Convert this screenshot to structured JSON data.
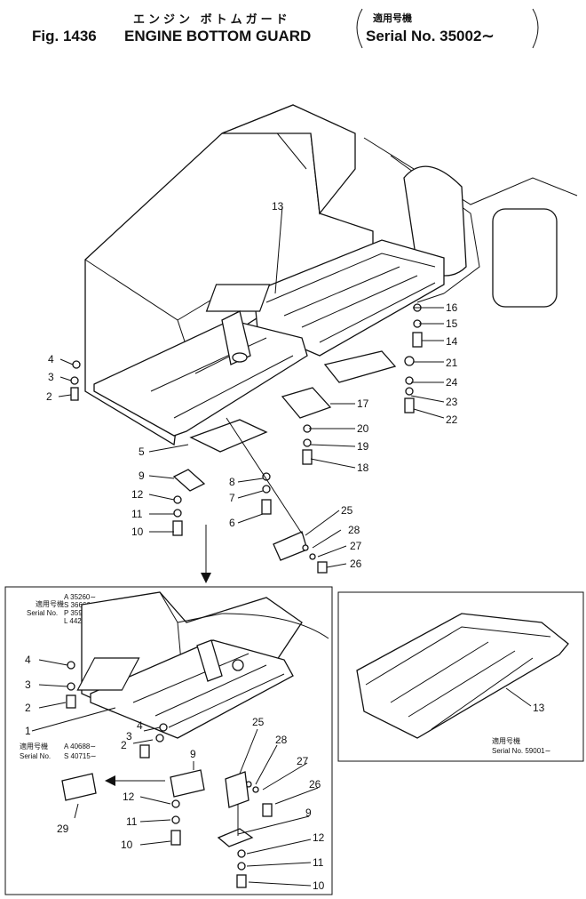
{
  "header": {
    "fig": "Fig. 1436",
    "title_jp": "エンジン ボトムガード",
    "title_en": "ENGINE BOTTOM GUARD",
    "applic_jp": "適用号機",
    "serial": "Serial No. 35002∼"
  },
  "main_labels": [
    "13",
    "16",
    "15",
    "14",
    "21",
    "24",
    "23",
    "22",
    "17",
    "20",
    "19",
    "18",
    "4",
    "3",
    "2",
    "5",
    "9",
    "12",
    "11",
    "10",
    "8",
    "7",
    "6",
    "25",
    "28",
    "27",
    "26"
  ],
  "inset_left": {
    "applic_jp": "適用号機",
    "serial_label": "Serial No.",
    "serial_entries": [
      "A 35260∼",
      "S 36666∼",
      "P 35939∼",
      "L 44208∼"
    ],
    "note_jp": "適用号機",
    "note_serial_label": "Serial No.",
    "note_serials": [
      "A 40688∼",
      "S 40715∼"
    ],
    "labels": [
      "4",
      "3",
      "2",
      "1",
      "4",
      "3",
      "2",
      "9",
      "29",
      "12",
      "11",
      "10",
      "25",
      "28",
      "27",
      "26",
      "9",
      "12",
      "11",
      "10"
    ]
  },
  "inset_right": {
    "label": "13",
    "applic_jp": "適用号機",
    "serial": "Serial No. 59001∼"
  },
  "colors": {
    "line": "#111111",
    "background": "#ffffff"
  }
}
